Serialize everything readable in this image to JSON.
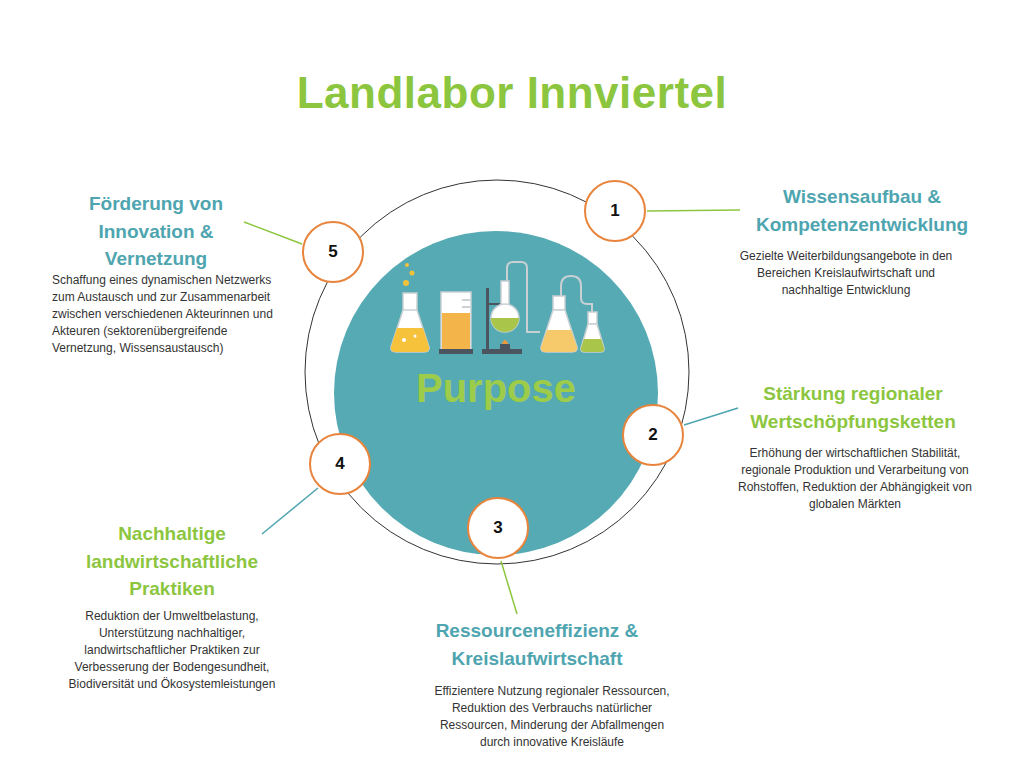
{
  "diagram": {
    "title": "Landlabor Innviertel",
    "nodes": [
      {
        "text": [
          "Purpose"
        ]
      },
      {
        "text": [
          "1"
        ]
      },
      {
        "text": [
          "2"
        ]
      },
      {
        "text": [
          "3"
        ]
      },
      {
        "text": [
          "4"
        ]
      },
      {
        "text": [
          "5"
        ]
      }
    ],
    "labels": [
      "Wissensaufbau & Kompetenzentwicklung",
      "Gezielte Weiterbildungsangebote in den Bereichen Kreislaufwirtschaft und nachhaltige Entwicklung",
      "Stärkung regionaler Wertschöpfungsketten",
      "Erhöhung der wirtschaftlichen Stabilität, regionale Produktion und Verarbeitung von Rohstoffen, Reduktion der Abhängigkeit von globalen Märkten",
      "Ressourceneffizienz & Kreislaufwirtschaft",
      "Effizientere Nutzung regionaler Ressourcen, Reduktion des Verbrauchs natürlicher Ressourcen, Minderung der Abfallmengen durch innovative Kreisläufe",
      "Nachhaltige landwirtschaftliche Praktiken",
      "Reduktion der Umweltbelastung, Unterstützung nachhaltiger, landwirtschaftlicher Praktiken zur Verbesserung der Bodengesundheit, Biodiversität und Ökosystemleistungen",
      "Förderung von Innovation & Vernetzung",
      "Schaffung eines dynamischen Netzwerks zum Austausch und zur Zusammenarbeit zwischen verschiedenen Akteurinnen und Akteuren (sektorenübergreifende Vernetzung, Wissensaustausch)"
    ]
  }
}
